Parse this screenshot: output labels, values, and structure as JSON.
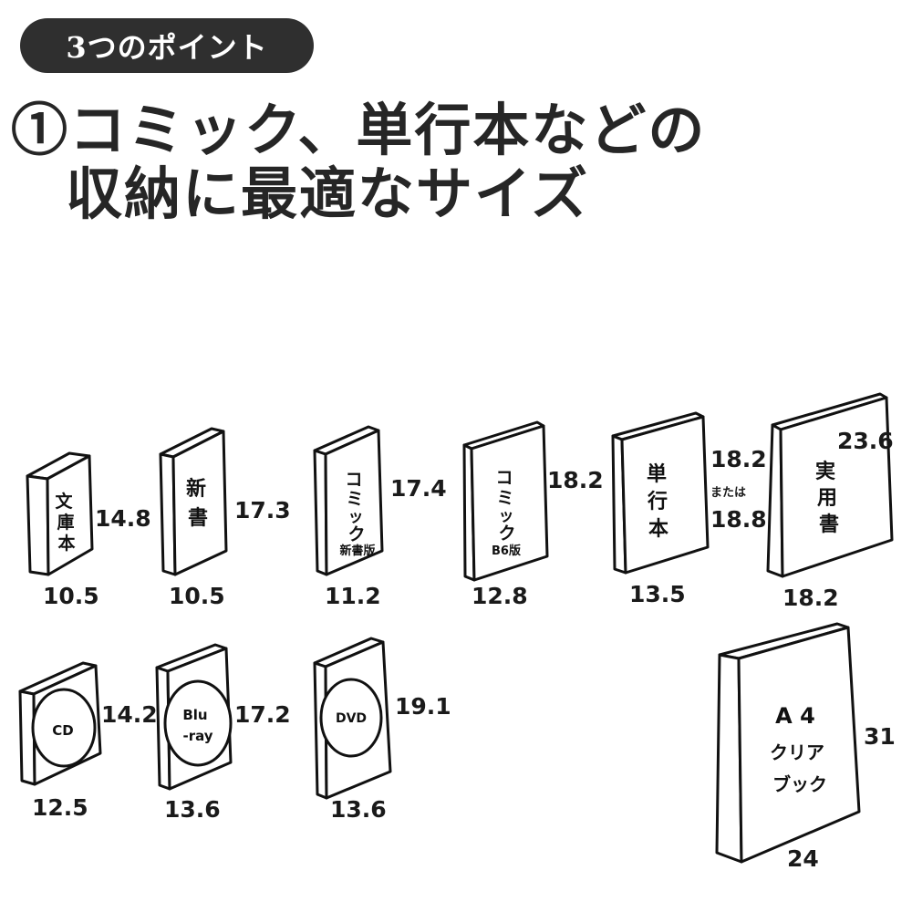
{
  "header": {
    "badge": "3つのポイント",
    "title_line1": "①コミック、単行本などの",
    "title_line2": "収納に最適なサイズ"
  },
  "items": [
    {
      "name": "bunko",
      "cover": [
        "文",
        "庫",
        "本"
      ],
      "sub": "",
      "height": "14.8",
      "width": "10.5"
    },
    {
      "name": "shinsho",
      "cover": [
        "新",
        "書"
      ],
      "sub": "",
      "height": "17.3",
      "width": "10.5"
    },
    {
      "name": "comic-shinsho",
      "cover": [
        "コ",
        "ミ",
        "ッ",
        "ク"
      ],
      "sub": "新書版",
      "height": "17.4",
      "width": "11.2"
    },
    {
      "name": "comic-b6",
      "cover": [
        "コ",
        "ミ",
        "ッ",
        "ク"
      ],
      "sub": "B6版",
      "height": "18.2",
      "width": "12.8"
    },
    {
      "name": "tankobon",
      "cover": [
        "単",
        "行",
        "本"
      ],
      "sub": "",
      "height": "18.2",
      "height_or": "または",
      "height2": "18.8",
      "width": "13.5"
    },
    {
      "name": "jitsuyo",
      "cover": [
        "実",
        "用",
        "書"
      ],
      "sub": "",
      "height": "23.6",
      "width": "18.2"
    },
    {
      "name": "cd",
      "cover": [
        "CD"
      ],
      "sub": "",
      "height": "14.2",
      "width": "12.5"
    },
    {
      "name": "bluray",
      "cover": [
        "Blu",
        "-ray"
      ],
      "sub": "",
      "height": "17.2",
      "width": "13.6"
    },
    {
      "name": "dvd",
      "cover": [
        "DVD"
      ],
      "sub": "",
      "height": "19.1",
      "width": "13.6"
    },
    {
      "name": "a4",
      "cover": [
        "A 4",
        "クリア",
        "ブック"
      ],
      "sub": "",
      "height": "31",
      "width": "24"
    }
  ]
}
